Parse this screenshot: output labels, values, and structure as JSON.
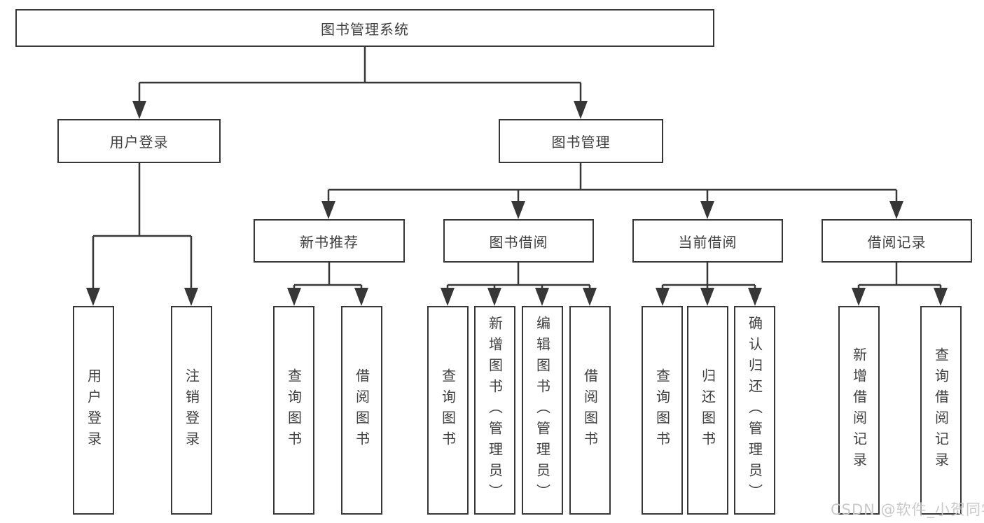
{
  "diagram": {
    "root": {
      "label": "图书管理系统"
    },
    "branches": [
      {
        "label": "用户登录",
        "children": [
          {
            "label": "用户登录"
          },
          {
            "label": "注销登录"
          }
        ]
      },
      {
        "label": "图书管理",
        "children": [
          {
            "label": "新书推荐",
            "children": [
              {
                "label": "查询图书"
              },
              {
                "label": "借阅图书"
              }
            ]
          },
          {
            "label": "图书借阅",
            "children": [
              {
                "label": "查询图书"
              },
              {
                "label": "新增图书（管理员）"
              },
              {
                "label": "编辑图书（管理员）"
              },
              {
                "label": "借阅图书"
              }
            ]
          },
          {
            "label": "当前借阅",
            "children": [
              {
                "label": "查询图书"
              },
              {
                "label": "归还图书"
              },
              {
                "label": "确认归还（管理员）"
              }
            ]
          },
          {
            "label": "借阅记录",
            "children": [
              {
                "label": "新增借阅记录"
              },
              {
                "label": "查询借阅记录"
              }
            ]
          }
        ]
      }
    ]
  },
  "watermark": {
    "text": "CSDN @软件_小贺同学"
  },
  "colors": {
    "line": "#373737",
    "border": "#373737",
    "text": "#404040",
    "watermark": "#c6c6c6",
    "background": "#ffffff"
  }
}
